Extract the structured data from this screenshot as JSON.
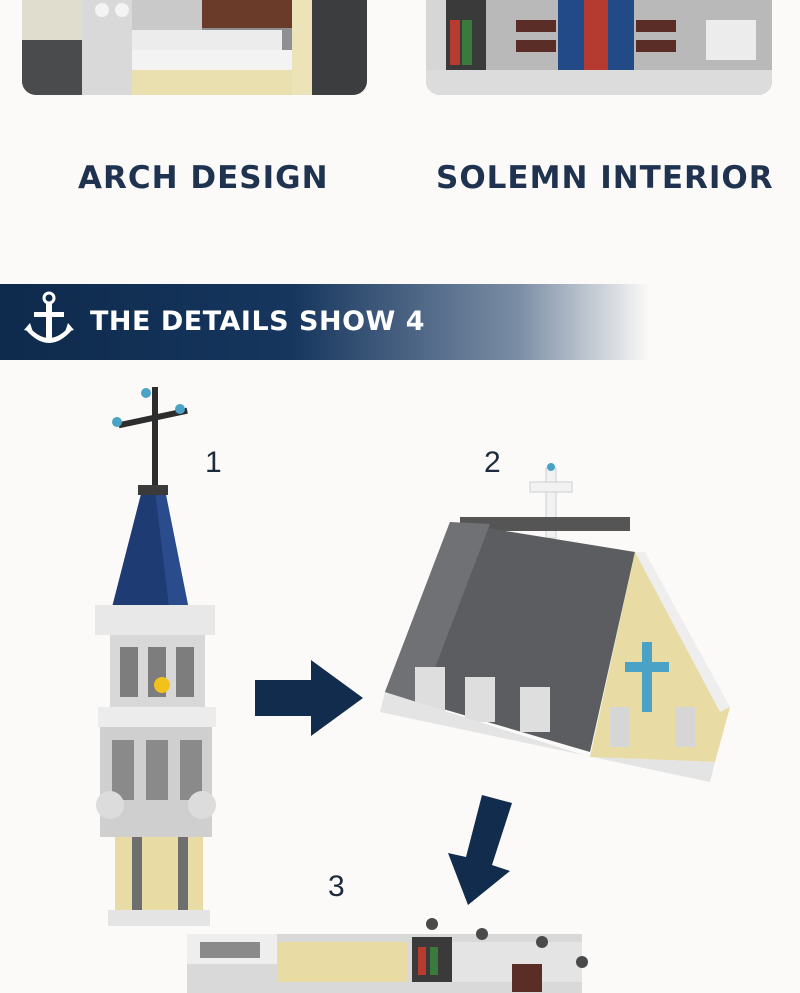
{
  "features": [
    {
      "caption": "ARCH DESIGN"
    },
    {
      "caption": "SOLEMN INTERIOR"
    }
  ],
  "banner": {
    "title": "THE DETAILS SHOW 4",
    "icon": "anchor-icon"
  },
  "steps": [
    {
      "number": "1"
    },
    {
      "number": "2"
    },
    {
      "number": "3"
    }
  ],
  "colors": {
    "caption_text": "#1f3350",
    "banner_dark": "#0e2a4c",
    "arrow": "#122c4d",
    "roof_blue": "#1f3b73",
    "roof_grey": "#5b5d60",
    "brick_tan": "#e8dca4"
  }
}
